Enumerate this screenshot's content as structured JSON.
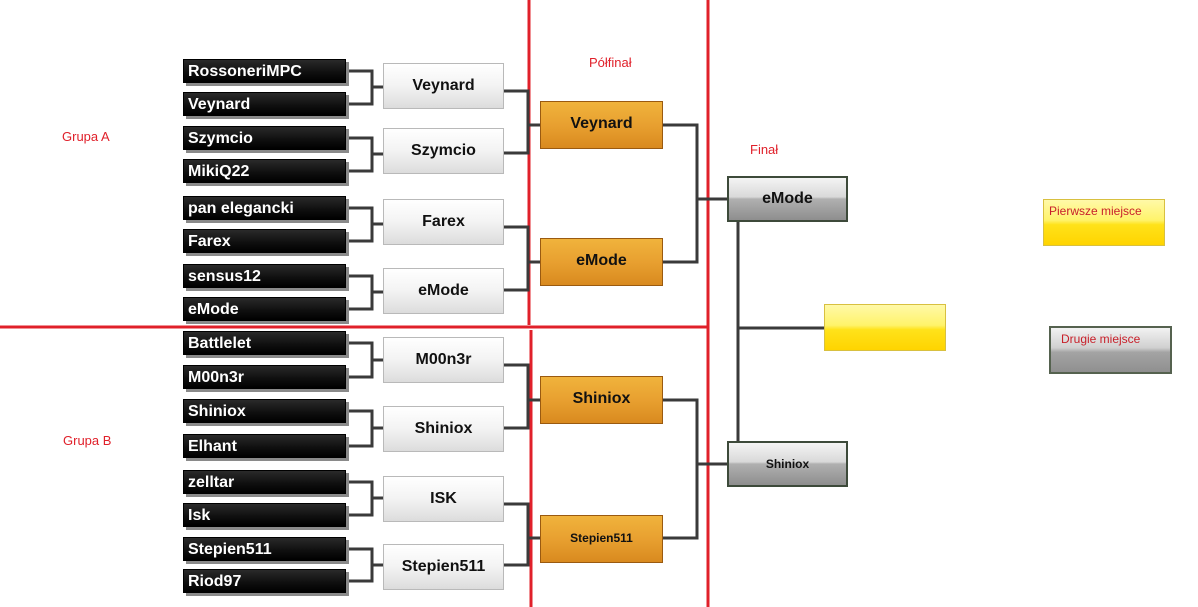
{
  "labels": {
    "semifinal": "Półfinał",
    "final": "Finał",
    "group_a": "Grupa A",
    "group_b": "Grupa B",
    "first_place": "Pierwsze miejsce",
    "second_place": "Drugie miejsce"
  },
  "players": [
    "RossoneriMPC",
    "Veynard",
    "Szymcio",
    "MikiQ22",
    "pan elegancki",
    "Farex",
    "sensus12",
    "eMode",
    "Battlelet",
    "M00n3r",
    "Shiniox",
    "Elhant",
    "zelltar",
    "Isk",
    "Stepien511",
    "Riod97"
  ],
  "quarterfinal_winners": [
    "Veynard",
    "Szymcio",
    "Farex",
    "eMode",
    "M00n3r",
    "Shiniox",
    "ISK",
    "Stepien511"
  ],
  "semifinalists": [
    "Veynard",
    "eMode",
    "Shiniox",
    "Stepien511"
  ],
  "finalists": [
    "eMode",
    "Shiniox"
  ],
  "champion": "",
  "colors": {
    "divider": "#e0202a",
    "semifinal_box": "#e8a030",
    "winner_slot": "#ffe21a"
  }
}
